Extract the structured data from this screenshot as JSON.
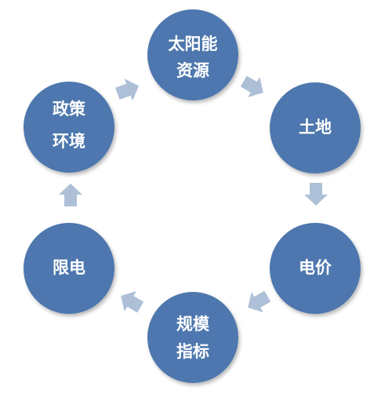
{
  "colors": {
    "node_fill": "#4d77ae",
    "node_text": "#ffffff",
    "arrow": "#aec0d7",
    "background": "#ffffff"
  },
  "nodes": {
    "solar": {
      "line1": "太阳能",
      "line2": "资源"
    },
    "land": {
      "line1": "土地"
    },
    "price": {
      "line1": "电价"
    },
    "scale": {
      "line1": "规模",
      "line2": "指标"
    },
    "curtail": {
      "line1": "限电"
    },
    "policy": {
      "line1": "政策",
      "line2": "环境"
    }
  }
}
